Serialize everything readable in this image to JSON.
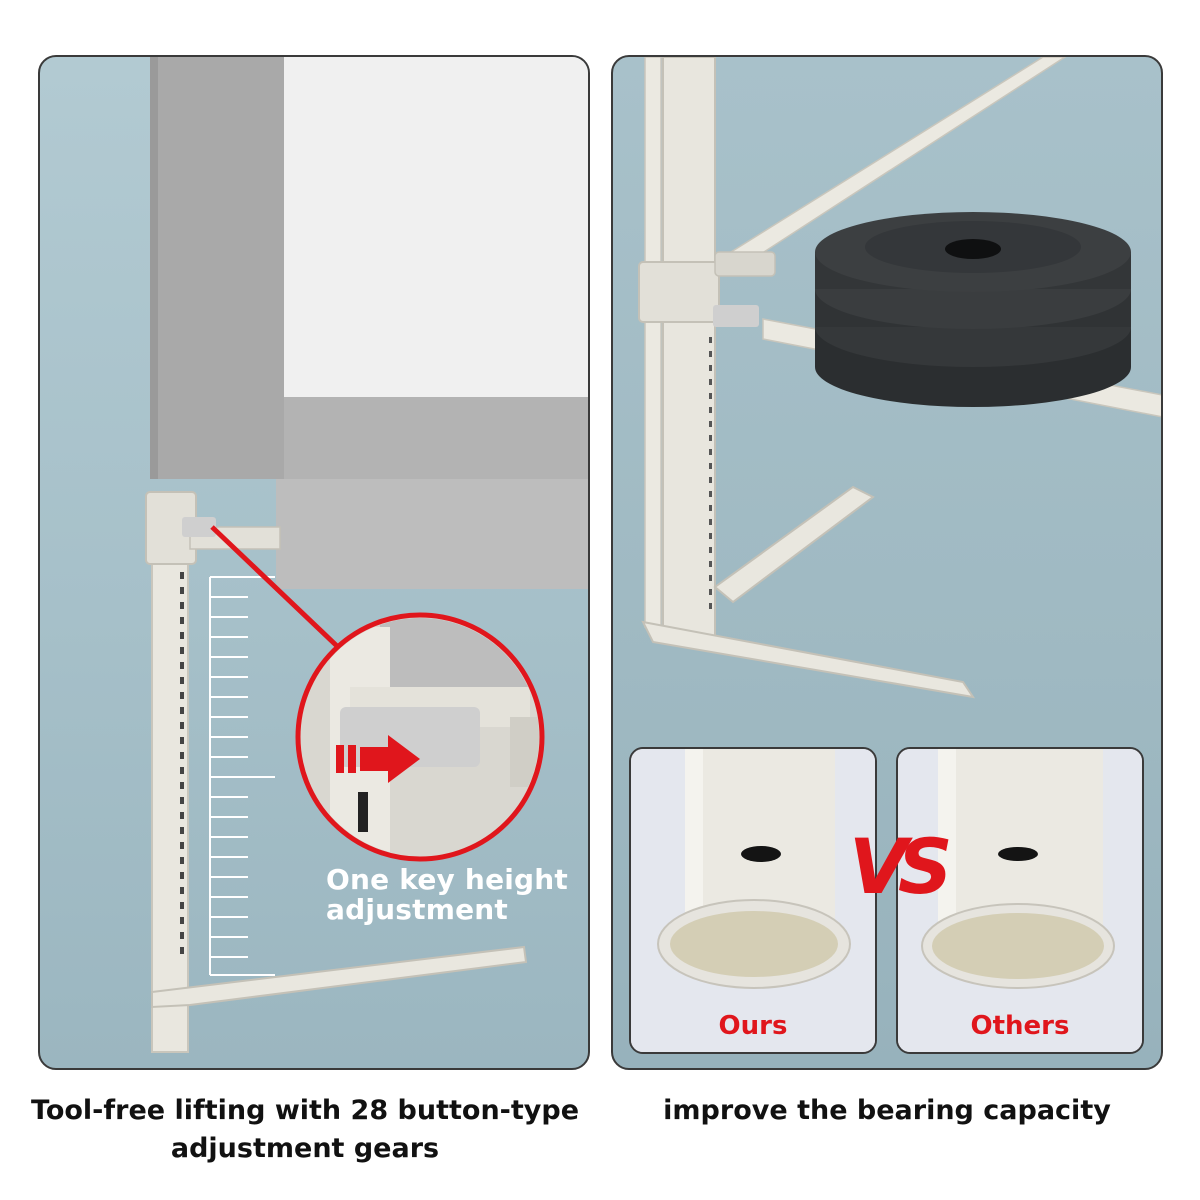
{
  "left_panel": {
    "zoom_callout_lines": [
      "One key height",
      "adjustment"
    ],
    "caption_lines": [
      "Tool-free lifting with 28 button-type",
      "adjustment gears"
    ]
  },
  "right_panel": {
    "comparison": {
      "left_label": "Ours",
      "right_label": "Others",
      "separator": "VS"
    },
    "caption_lines": [
      "improve the bearing capacity"
    ]
  },
  "colors": {
    "accent_red": "#e0161c",
    "panel_blue": "#a8c1ca",
    "fabric_gray": "#a6a6a6",
    "frame_beige": "#e6e4dc"
  },
  "icons": [
    "push-arrow-icon",
    "weight-plate-stack",
    "ruler-scale"
  ]
}
